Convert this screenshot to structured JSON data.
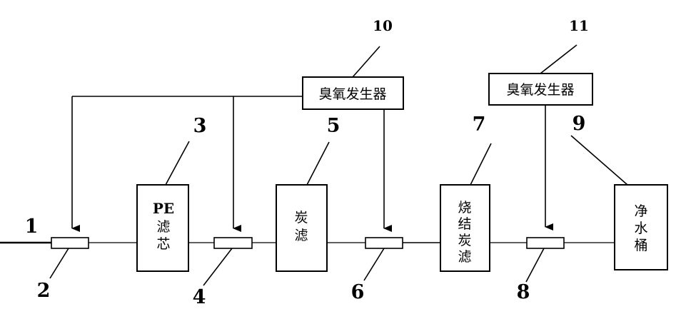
{
  "labels": {
    "n1": "1",
    "n2": "2",
    "n3": "3",
    "n4": "4",
    "n5": "5",
    "n6": "6",
    "n7": "7",
    "n8": "8",
    "n9": "9",
    "n10": "10",
    "n11": "11"
  },
  "ozone_generator_1": {
    "label": "臭氧发生器"
  },
  "ozone_generator_2": {
    "label": "臭氧发生器"
  },
  "pe_filter": {
    "line1": "PE",
    "line2": "滤",
    "line3": "芯"
  },
  "carbon_filter": {
    "line1": "炭",
    "line2": "滤"
  },
  "sintered_carbon_filter": {
    "line1": "烧",
    "line2": "结",
    "line3": "炭",
    "line4": "滤"
  },
  "clean_water_tank": {
    "line1": "净",
    "line2": "水",
    "line3": "桶"
  }
}
